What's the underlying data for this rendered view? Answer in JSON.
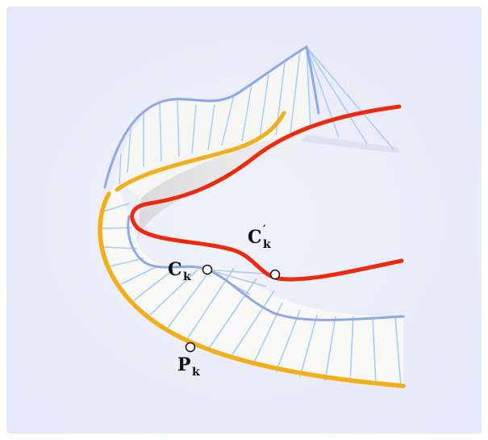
{
  "labels": {
    "c_k": {
      "main": "C",
      "sub": "k"
    },
    "c_k_prime": {
      "main": "C",
      "prime": "′",
      "sub": "k"
    },
    "p_k": {
      "main": "P",
      "sub": "k"
    }
  },
  "colors": {
    "background": "#eef0fa",
    "surface_fill": "#f7f7f5",
    "surface_shade": "#e2e2e2",
    "ruling": "#a9ccf0",
    "boundary_blue": "#8fa7e6",
    "base_curve": "#f4ae1a",
    "red_curve": "#ee2a0c",
    "marker_stroke": "#111111",
    "marker_fill": "#ffffff"
  }
}
